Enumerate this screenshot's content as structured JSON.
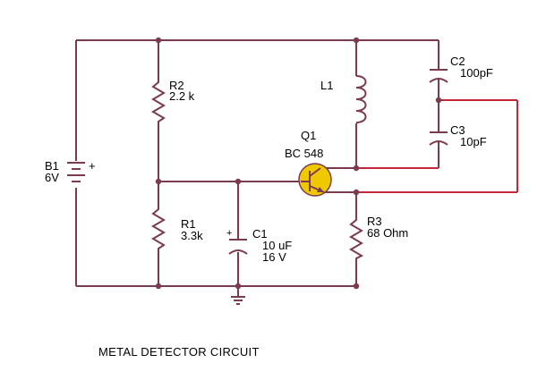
{
  "title": "METAL DETECTOR CIRCUIT",
  "colors": {
    "wire": "#7a3b4e",
    "feedback": "#c0283a",
    "transistor": "#f0c800"
  },
  "components": {
    "b1": {
      "name": "B1",
      "value": "6V",
      "polarity": "+"
    },
    "r2": {
      "name": "R2",
      "value": "2.2 k"
    },
    "r1": {
      "name": "R1",
      "value": "3.3k"
    },
    "c1": {
      "name": "C1",
      "value": "10 uF",
      "rating": "16 V",
      "polarity": "+"
    },
    "l1": {
      "name": "L1"
    },
    "q1": {
      "name": "Q1",
      "value": "BC 548"
    },
    "r3": {
      "name": "R3",
      "value": "68  Ohm"
    },
    "c2": {
      "name": "C2",
      "value": "100pF"
    },
    "c3": {
      "name": "C3",
      "value": "10pF"
    }
  }
}
